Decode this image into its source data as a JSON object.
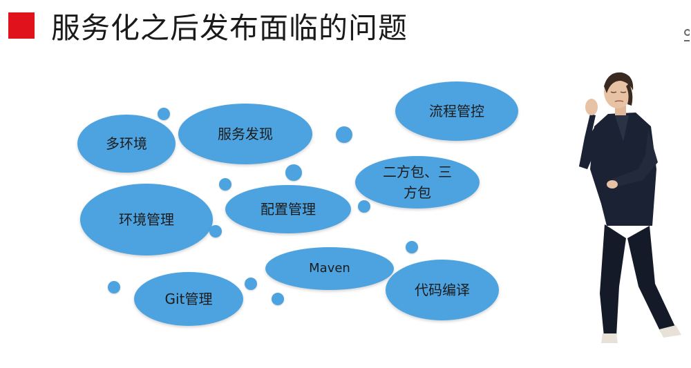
{
  "slide": {
    "title": "服务化之后发布面临的问题",
    "accent_color": "#e0121b",
    "bubble_color": "#4da3df"
  },
  "bubbles": {
    "duohuanjing": "多环境",
    "fuwufaxian": "服务发现",
    "liuchengguankong": "流程管控",
    "erfangbao": "二方包、三方包",
    "huanjingguanli": "环境管理",
    "peizhiguanli": "配置管理",
    "maven": "Maven",
    "daimabianyi": "代码编译",
    "gitguanli": "Git管理"
  },
  "figure": {
    "icon": "stressed-businesswoman-figure"
  }
}
